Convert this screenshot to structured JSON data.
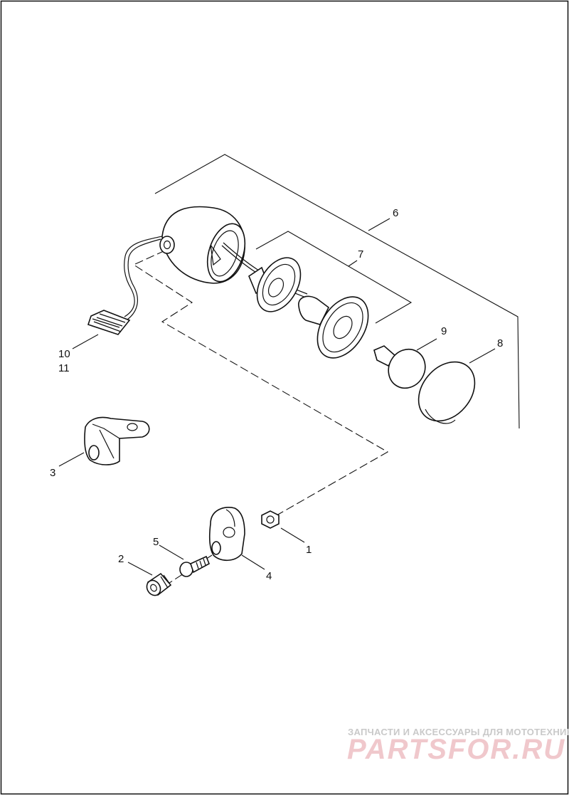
{
  "callouts": {
    "c1": "1",
    "c2": "2",
    "c3": "3",
    "c4": "4",
    "c5": "5",
    "c6": "6",
    "c7": "7",
    "c8": "8",
    "c9": "9",
    "c10": "10",
    "c11": "11"
  },
  "watermark": {
    "tagline": "ЗАПЧАСТИ И АКСЕССУАРЫ ДЛЯ МОТОТЕХНИКИ",
    "logo": "PARTSFOR.RU"
  },
  "colors": {
    "line": "#111111",
    "background": "#ffffff",
    "watermark_logo": "#f0c8cc",
    "watermark_text": "#c9c9c9"
  }
}
